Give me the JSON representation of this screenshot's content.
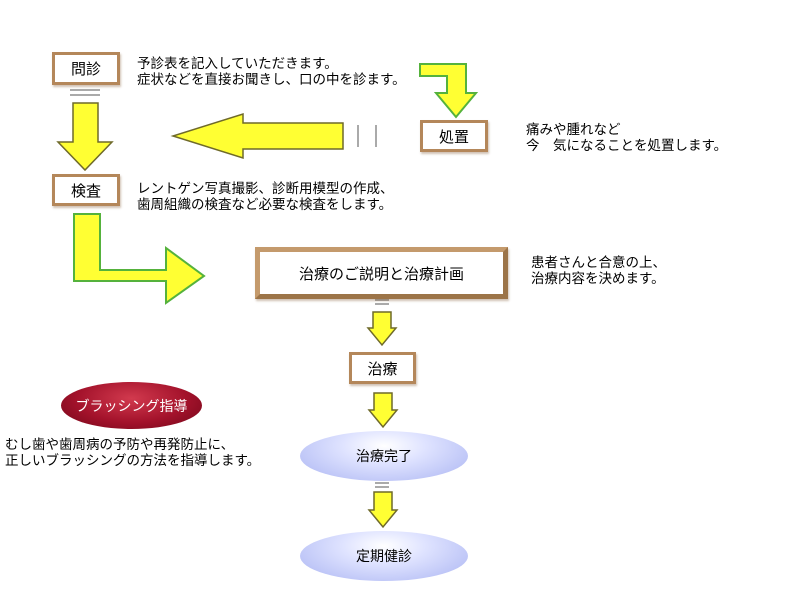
{
  "steps": {
    "monshin": "問診",
    "shochi": "処置",
    "kensa": "検査",
    "setsumei": "治療のご説明と治療計画",
    "chiryo": "治療",
    "kanryo": "治療完了",
    "teiki": "定期健診",
    "brushing": "ブラッシング指導"
  },
  "descriptions": {
    "monshin": "予診表を記入していただきます。\n症状などを直接お聞きし、口の中を診ます。",
    "shochi": "痛みや腫れなど\n今　気になることを処置します。",
    "kensa": "レントゲン写真撮影、診断用模型の作成、\n歯周組織の検査など必要な検査をします。",
    "setsumei": "患者さんと合意の上、\n治療内容を決めます。",
    "brushing": "むし歯や歯周病の予防や再発防止に、\n正しいブラッシングの方法を指導します。"
  },
  "colors": {
    "arrow_fill": "#ffff33",
    "arrow_stroke_yellow": "#6f6a2a",
    "arrow_stroke_green": "#55b23c",
    "box_border": "#b4875a"
  }
}
